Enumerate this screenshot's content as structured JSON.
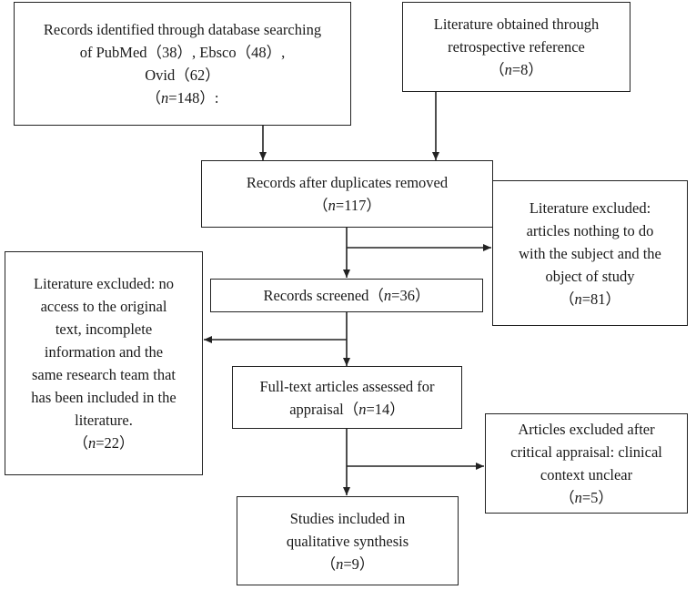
{
  "boxes": {
    "database_search": {
      "lines": [
        "Records identified through database searching",
        "of PubMed（38）, Ebsco（48）,",
        "Ovid（62）"
      ],
      "count": {
        "pre": "（",
        "n": "n",
        "post": "=148）:"
      }
    },
    "retrospective": {
      "lines": [
        "Literature obtained through",
        "retrospective reference"
      ],
      "count": {
        "pre": "（",
        "n": "n",
        "post": "=8）"
      }
    },
    "duplicates_removed": {
      "lines": [
        "Records after duplicates removed"
      ],
      "count": {
        "pre": "（",
        "n": "n",
        "post": "=117）"
      }
    },
    "excluded_subject": {
      "lines": [
        "Literature excluded:",
        "articles nothing to do",
        "with the subject and the",
        "object of study"
      ],
      "count": {
        "pre": "（",
        "n": "n",
        "post": "=81）"
      }
    },
    "excluded_access": {
      "lines": [
        "Literature excluded: no",
        "access to the original",
        "text, incomplete",
        "information and the",
        "same research team that",
        "has been included in the",
        "literature."
      ],
      "count": {
        "pre": "（",
        "n": "n",
        "post": "=22）"
      }
    },
    "screened": {
      "label": "Records screened",
      "count": {
        "pre": "（",
        "n": "n",
        "post": "=36）"
      }
    },
    "full_text": {
      "lines": [
        "Full-text articles assessed for"
      ],
      "label": "appraisal",
      "count": {
        "pre": "（",
        "n": "n",
        "post": "=14）"
      }
    },
    "excluded_appraisal": {
      "lines": [
        "Articles excluded after",
        "critical appraisal: clinical",
        "context unclear"
      ],
      "count": {
        "pre": "（",
        "n": "n",
        "post": "=5）"
      }
    },
    "included": {
      "lines": [
        "Studies included in",
        "qualitative synthesis"
      ],
      "count": {
        "pre": "（",
        "n": "n",
        "post": "=9）"
      }
    }
  },
  "colors": {
    "line": "#222222",
    "background": "#ffffff"
  }
}
